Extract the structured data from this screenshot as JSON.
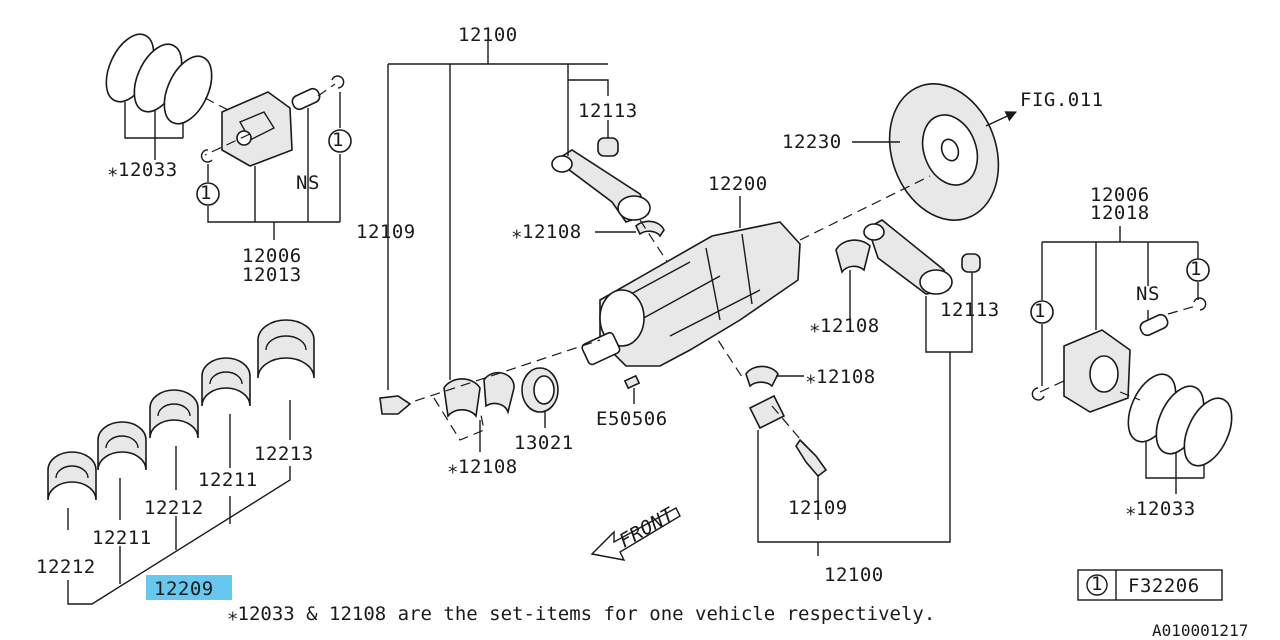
{
  "labels": {
    "p12100_top": "12100",
    "p12100_bottom": "12100",
    "p12113_left": "12113",
    "p12113_right": "12113",
    "p12109_left": "12109",
    "p12109_right": "12109",
    "p12108_a": "⁎12108",
    "p12108_b": "⁎12108",
    "p12108_c": "⁎12108",
    "p12108_d": "⁎12108",
    "p12200": "12200",
    "p12230": "12230",
    "fig011": "FIG.011",
    "p12033_left": "⁎12033",
    "p12033_right": "⁎12033",
    "p12006_left": "12006",
    "p12013": "12013",
    "p12006_right": "12006",
    "p12018": "12018",
    "ns_left": "NS",
    "ns_right": "NS",
    "p13021": "13021",
    "e50506": "E50506",
    "p12213": "12213",
    "p12211_a": "12211",
    "p12211_b": "12211",
    "p12212_a": "12212",
    "p12212_b": "12212",
    "p12209": "12209",
    "front": "FRONT",
    "circ1_a": "1",
    "circ1_b": "1",
    "circ1_c": "1",
    "circ1_d": "1",
    "legend_num": "1",
    "legend_code": "F32206",
    "footnote": "⁎12033 & 12108 are the set-items for one vehicle respectively.",
    "diagram_id": "A010001217"
  },
  "colors": {
    "highlight": "#66c8ee",
    "ink": "#1a1a1a",
    "background": "#ffffff"
  }
}
